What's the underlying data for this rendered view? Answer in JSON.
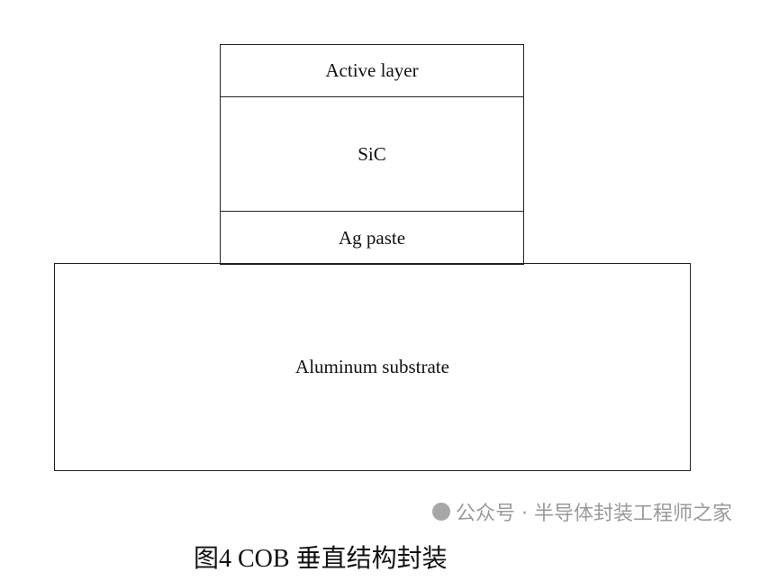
{
  "diagram": {
    "layers": {
      "active": "Active layer",
      "sic": "SiC",
      "ag": "Ag paste",
      "substrate": "Aluminum substrate"
    },
    "caption": "图4 COB 垂直结构封装",
    "watermark": "公众号 · 半导体封装工程师之家",
    "watermark_icon": "wechat-icon"
  }
}
